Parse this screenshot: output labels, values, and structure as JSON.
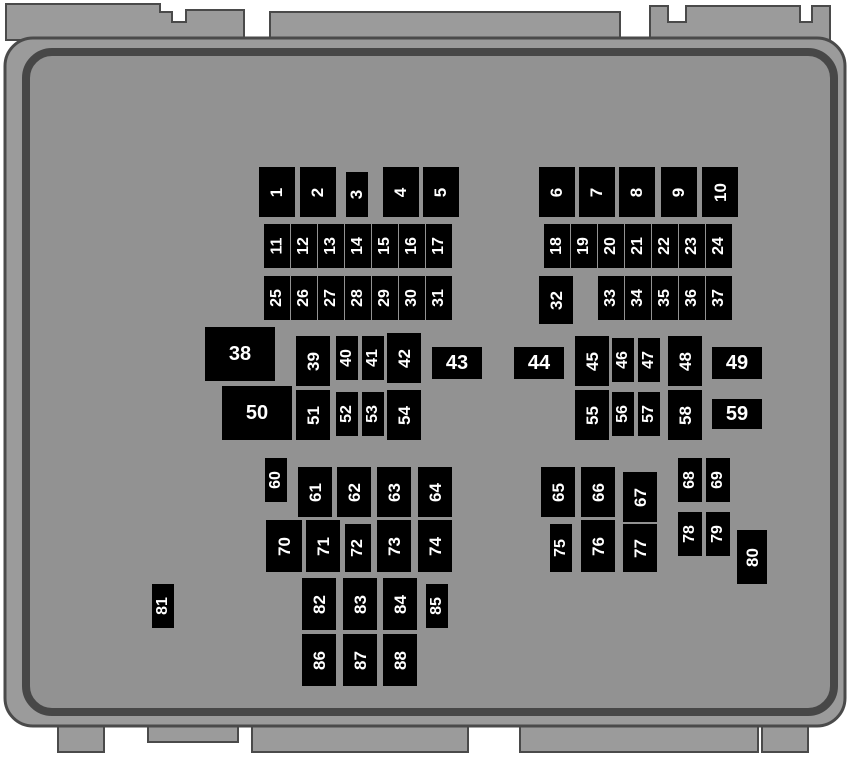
{
  "diagram": {
    "colors": {
      "housing": "#9b9b9b",
      "outline": "#4a4a4a",
      "panel": "#929292",
      "fuse": "#000000",
      "label": "#ffffff"
    },
    "fuses": [
      {
        "id": "1"
      },
      {
        "id": "2"
      },
      {
        "id": "3"
      },
      {
        "id": "4"
      },
      {
        "id": "5"
      },
      {
        "id": "6"
      },
      {
        "id": "7"
      },
      {
        "id": "8"
      },
      {
        "id": "9"
      },
      {
        "id": "10"
      },
      {
        "id": "11"
      },
      {
        "id": "12"
      },
      {
        "id": "13"
      },
      {
        "id": "14"
      },
      {
        "id": "15"
      },
      {
        "id": "16"
      },
      {
        "id": "17"
      },
      {
        "id": "18"
      },
      {
        "id": "19"
      },
      {
        "id": "20"
      },
      {
        "id": "21"
      },
      {
        "id": "22"
      },
      {
        "id": "23"
      },
      {
        "id": "24"
      },
      {
        "id": "25"
      },
      {
        "id": "26"
      },
      {
        "id": "27"
      },
      {
        "id": "28"
      },
      {
        "id": "29"
      },
      {
        "id": "30"
      },
      {
        "id": "31"
      },
      {
        "id": "32"
      },
      {
        "id": "33"
      },
      {
        "id": "34"
      },
      {
        "id": "35"
      },
      {
        "id": "36"
      },
      {
        "id": "37"
      },
      {
        "id": "38"
      },
      {
        "id": "39"
      },
      {
        "id": "40"
      },
      {
        "id": "41"
      },
      {
        "id": "42"
      },
      {
        "id": "43"
      },
      {
        "id": "44"
      },
      {
        "id": "45"
      },
      {
        "id": "46"
      },
      {
        "id": "47"
      },
      {
        "id": "48"
      },
      {
        "id": "49"
      },
      {
        "id": "50"
      },
      {
        "id": "51"
      },
      {
        "id": "52"
      },
      {
        "id": "53"
      },
      {
        "id": "54"
      },
      {
        "id": "55"
      },
      {
        "id": "56"
      },
      {
        "id": "57"
      },
      {
        "id": "58"
      },
      {
        "id": "59"
      },
      {
        "id": "60"
      },
      {
        "id": "61"
      },
      {
        "id": "62"
      },
      {
        "id": "63"
      },
      {
        "id": "64"
      },
      {
        "id": "65"
      },
      {
        "id": "66"
      },
      {
        "id": "67"
      },
      {
        "id": "68"
      },
      {
        "id": "69"
      },
      {
        "id": "70"
      },
      {
        "id": "71"
      },
      {
        "id": "72"
      },
      {
        "id": "73"
      },
      {
        "id": "74"
      },
      {
        "id": "75"
      },
      {
        "id": "76"
      },
      {
        "id": "77"
      },
      {
        "id": "78"
      },
      {
        "id": "79"
      },
      {
        "id": "80"
      },
      {
        "id": "81"
      },
      {
        "id": "82"
      },
      {
        "id": "83"
      },
      {
        "id": "84"
      },
      {
        "id": "85"
      },
      {
        "id": "86"
      },
      {
        "id": "87"
      },
      {
        "id": "88"
      }
    ]
  }
}
